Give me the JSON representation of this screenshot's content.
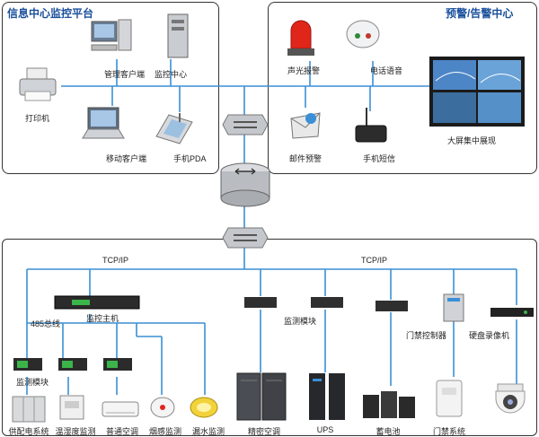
{
  "panels": {
    "monitor_platform": "信息中心监控平台",
    "alarm_center": "预警/告警中心"
  },
  "platform_devices": {
    "printer": "打印机",
    "admin_client": "管理客户端",
    "monitor_center": "监控中心",
    "mobile_client": "移动客户端",
    "pda": "手机PDA"
  },
  "alarm_devices": {
    "sound_light": "声光报警",
    "phone_voice": "电话语音",
    "email": "邮件预警",
    "sms": "手机短信",
    "big_screen": "大屏集中展现"
  },
  "network": {
    "tcp_left": "TCP/IP",
    "tcp_right": "TCP/IP",
    "bus_485": "485总线",
    "monitor_host": "监控主机",
    "monitor_module_left": "监测模块",
    "monitor_module_right": "监测模块",
    "door_controller": "门禁控制器",
    "dvr": "硬盘录像机"
  },
  "bottom_devices": {
    "power": "供配电系统",
    "temp_humidity": "温湿度监测",
    "ac": "普通空调",
    "smoke": "烟感监测",
    "water": "漏水监测",
    "precision_ac": "精密空调",
    "ups": "UPS",
    "battery": "蓄电池",
    "door": "门禁系统"
  },
  "colors": {
    "wire": "#3a8fd6",
    "title": "#1a4f9c",
    "switch": "#b9bcc1"
  }
}
